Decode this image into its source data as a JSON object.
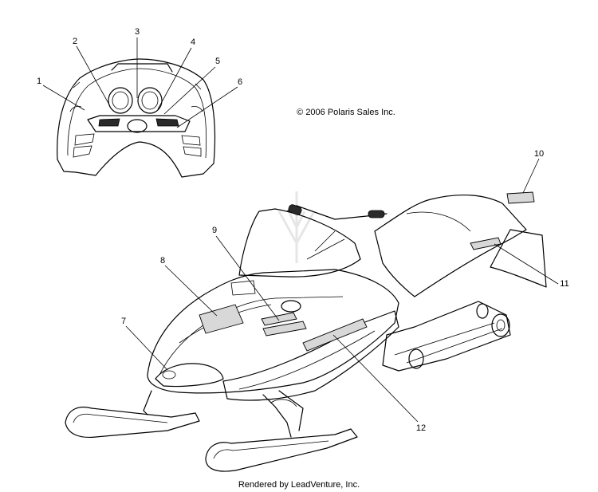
{
  "copyright": "© 2006 Polaris Sales Inc.",
  "credit": "Rendered by LeadVenture, Inc.",
  "callouts": [
    "1",
    "2",
    "3",
    "4",
    "5",
    "6",
    "7",
    "8",
    "9",
    "10",
    "11",
    "12"
  ]
}
